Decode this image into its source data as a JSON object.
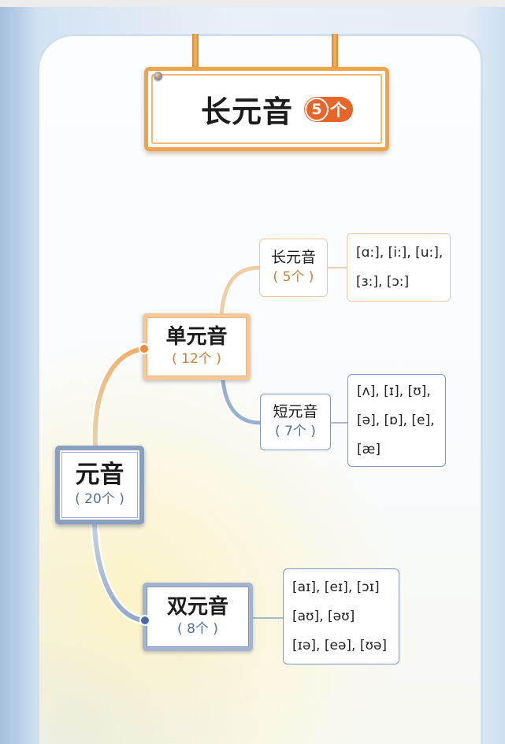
{
  "title": {
    "text": "长元音",
    "badge_number": "5",
    "badge_unit": "个"
  },
  "mindmap": {
    "root": {
      "label": "元音",
      "count": "( 20个 )"
    },
    "monophthongs": {
      "label": "单元音",
      "count": "( 12个 )",
      "long_vowels": {
        "label": "长元音",
        "count": "( 5个 )",
        "sounds": [
          "[ɑ:], [i:], [u:],",
          "[ɜ:], [ɔ:]"
        ]
      },
      "short_vowels": {
        "label": "短元音",
        "count": "( 7个 )",
        "sounds": [
          "[ʌ], [ɪ], [ʊ],",
          "[ə], [ɒ], [e],",
          "[æ]"
        ]
      }
    },
    "diphthongs": {
      "label": "双元音",
      "count": "( 8个 )",
      "sounds": [
        "[aɪ], [eɪ], [ɔɪ]",
        "[aʊ], [əʊ]",
        "[ɪə], [eə], [ʊə]"
      ]
    }
  },
  "colors": {
    "frame_orange": "#f1a349",
    "badge": "#e8652a",
    "count_orange": "#c4823a",
    "count_blue": "#4f6f9f",
    "dot_orange": "#f08a3a",
    "dot_blue": "#4a6aa3"
  }
}
